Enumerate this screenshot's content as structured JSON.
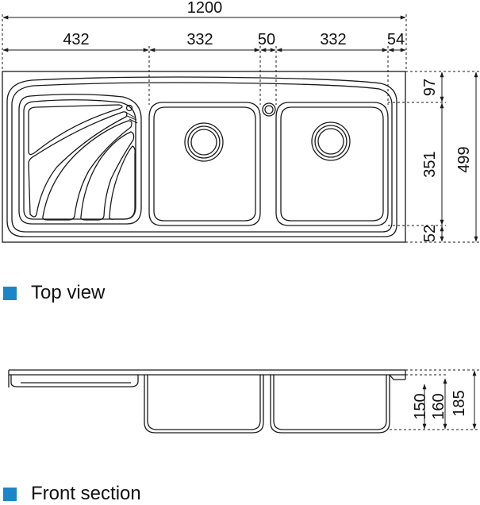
{
  "colors": {
    "line": "#1a1a1a",
    "accent": "#1a86c8"
  },
  "top_view": {
    "label": "Top view",
    "dimensions": {
      "overall_width": "1200",
      "drainer_width": "432",
      "bowl_left_width": "332",
      "bowl_gap": "50",
      "bowl_right_width": "332",
      "right_margin": "54",
      "top_margin": "97",
      "bowl_depth": "351",
      "bottom_margin": "52",
      "overall_depth": "499"
    }
  },
  "front_section": {
    "label": "Front section",
    "dimensions": {
      "depth_a": "150",
      "depth_b": "160",
      "depth_c": "185"
    }
  }
}
